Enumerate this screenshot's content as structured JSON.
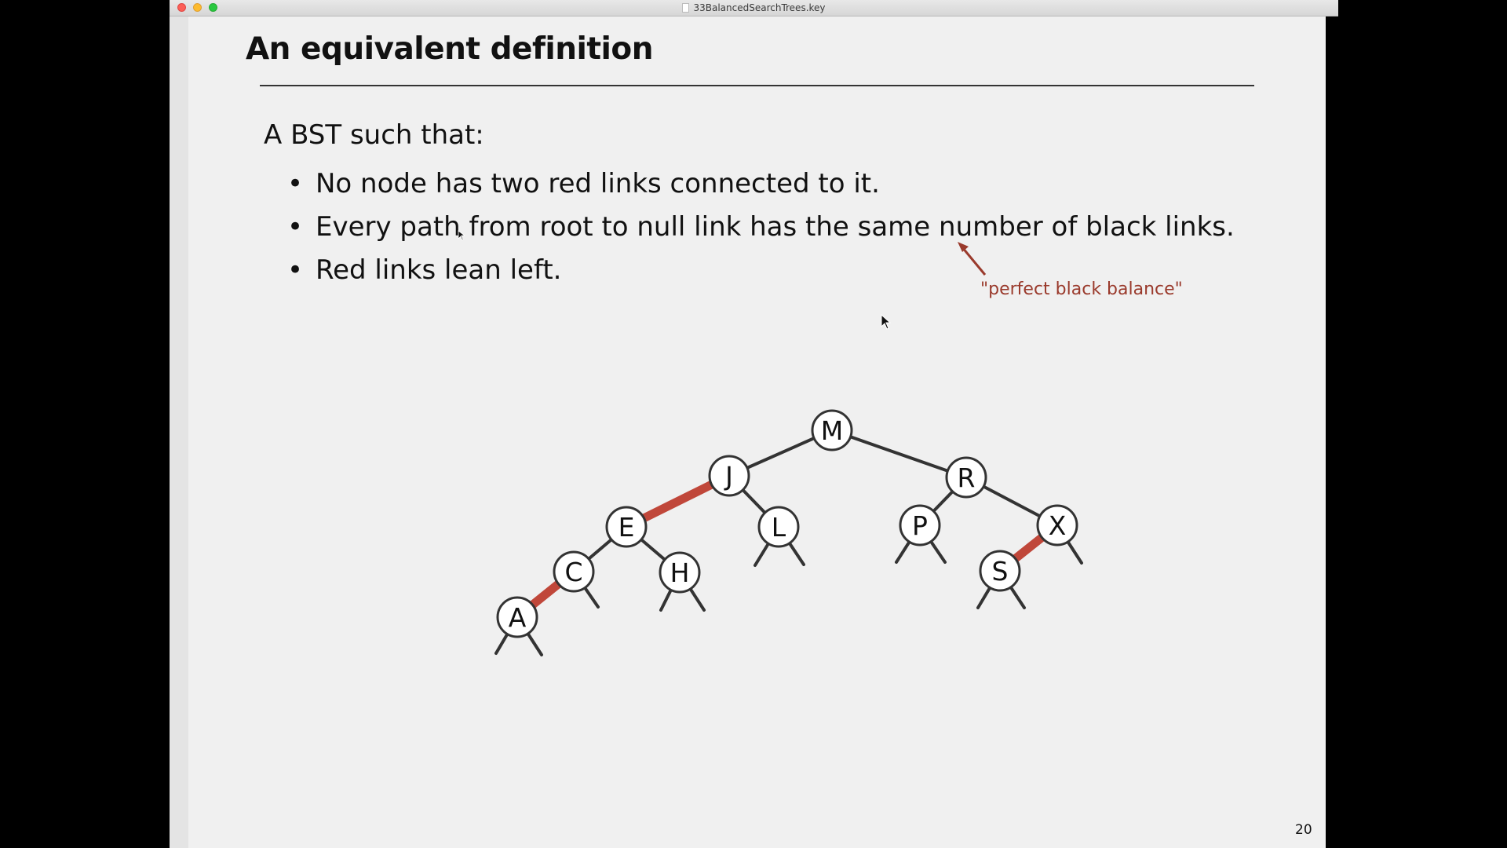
{
  "window": {
    "document_title": "33BalancedSearchTrees.key"
  },
  "slide": {
    "title": "An equivalent definition",
    "intro": "A BST such that:",
    "bullets": [
      "No node has two red links connected to it.",
      "Every path from root to null link has the same number of black links.",
      "Red links lean left."
    ],
    "annotation": "\"perfect black balance\"",
    "page_number": "20"
  },
  "colors": {
    "red_link": "#c0473a",
    "black_link": "#333333",
    "annotation": "#9a3a2c"
  },
  "tree": {
    "nodes": [
      "M",
      "J",
      "R",
      "E",
      "L",
      "P",
      "X",
      "C",
      "H",
      "S",
      "A"
    ],
    "red_links": [
      [
        "J",
        "E"
      ],
      [
        "C",
        "A"
      ],
      [
        "X",
        "S"
      ]
    ]
  }
}
